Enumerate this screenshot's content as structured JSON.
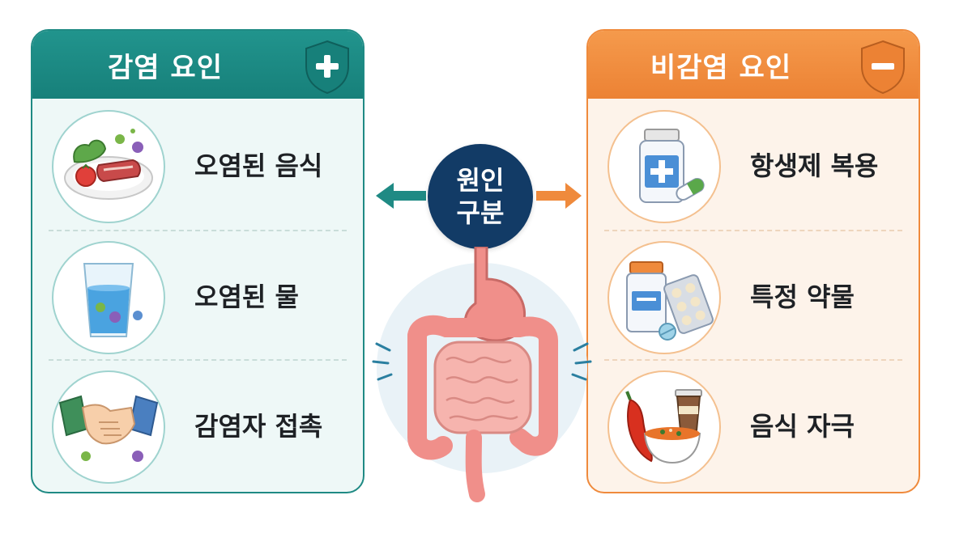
{
  "left_panel": {
    "title": "감염 요인",
    "items": [
      {
        "label": "오염된 음식",
        "icon": "contaminated-food-icon"
      },
      {
        "label": "오염된 물",
        "icon": "contaminated-water-icon"
      },
      {
        "label": "감염자 접촉",
        "icon": "handshake-icon"
      }
    ],
    "accent_color": "#1f8a84"
  },
  "right_panel": {
    "title": "비감염 요인",
    "items": [
      {
        "label": "항생제 복용",
        "icon": "antibiotic-bottle-icon"
      },
      {
        "label": "특정 약물",
        "icon": "medication-icon"
      },
      {
        "label": "음식 자극",
        "icon": "spicy-food-icon"
      }
    ],
    "accent_color": "#ef8a3c"
  },
  "center": {
    "line1": "원인",
    "line2": "구분",
    "color": "#123b66"
  }
}
